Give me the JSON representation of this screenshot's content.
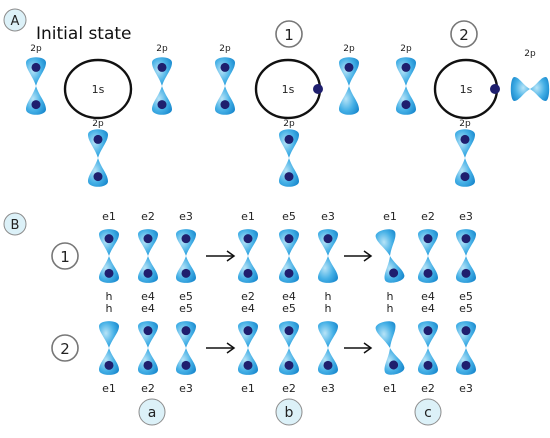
{
  "panel_a": {
    "label": "A",
    "title": "Initial state",
    "orbital_label": "2p",
    "core_label": "1s",
    "step_labels": [
      "1",
      "2"
    ]
  },
  "panel_b": {
    "label": "B",
    "row_labels": [
      "1",
      "2"
    ],
    "rows": [
      {
        "top": [
          [
            "e1",
            "e2",
            "e3"
          ],
          [
            "e1",
            "e5",
            "e3"
          ],
          [
            "e1",
            "e2",
            "e3"
          ]
        ],
        "bottom": [
          [
            "h",
            "e4",
            "e5"
          ],
          [
            "e2",
            "e4",
            "h"
          ],
          [
            "h",
            "e4",
            "e5"
          ]
        ]
      },
      {
        "top": [
          [
            "h",
            "e4",
            "e5"
          ],
          [
            "e4",
            "e5",
            "h"
          ],
          [
            "h",
            "e4",
            "e5"
          ]
        ],
        "bottom": [
          [
            "e1",
            "e2",
            "e3"
          ],
          [
            "e1",
            "e2",
            "e3"
          ],
          [
            "e1",
            "e2",
            "e3"
          ]
        ]
      }
    ],
    "column_labels": [
      "a",
      "b",
      "c"
    ]
  },
  "colors": {
    "orbital_light": "#9fd8f2",
    "orbital_dark": "#1a8ed0",
    "electron": "#1f1f6e",
    "badge_fill": "#dcf1f8",
    "badge_stroke": "#8c8c8c",
    "core_stroke": "#111111"
  }
}
